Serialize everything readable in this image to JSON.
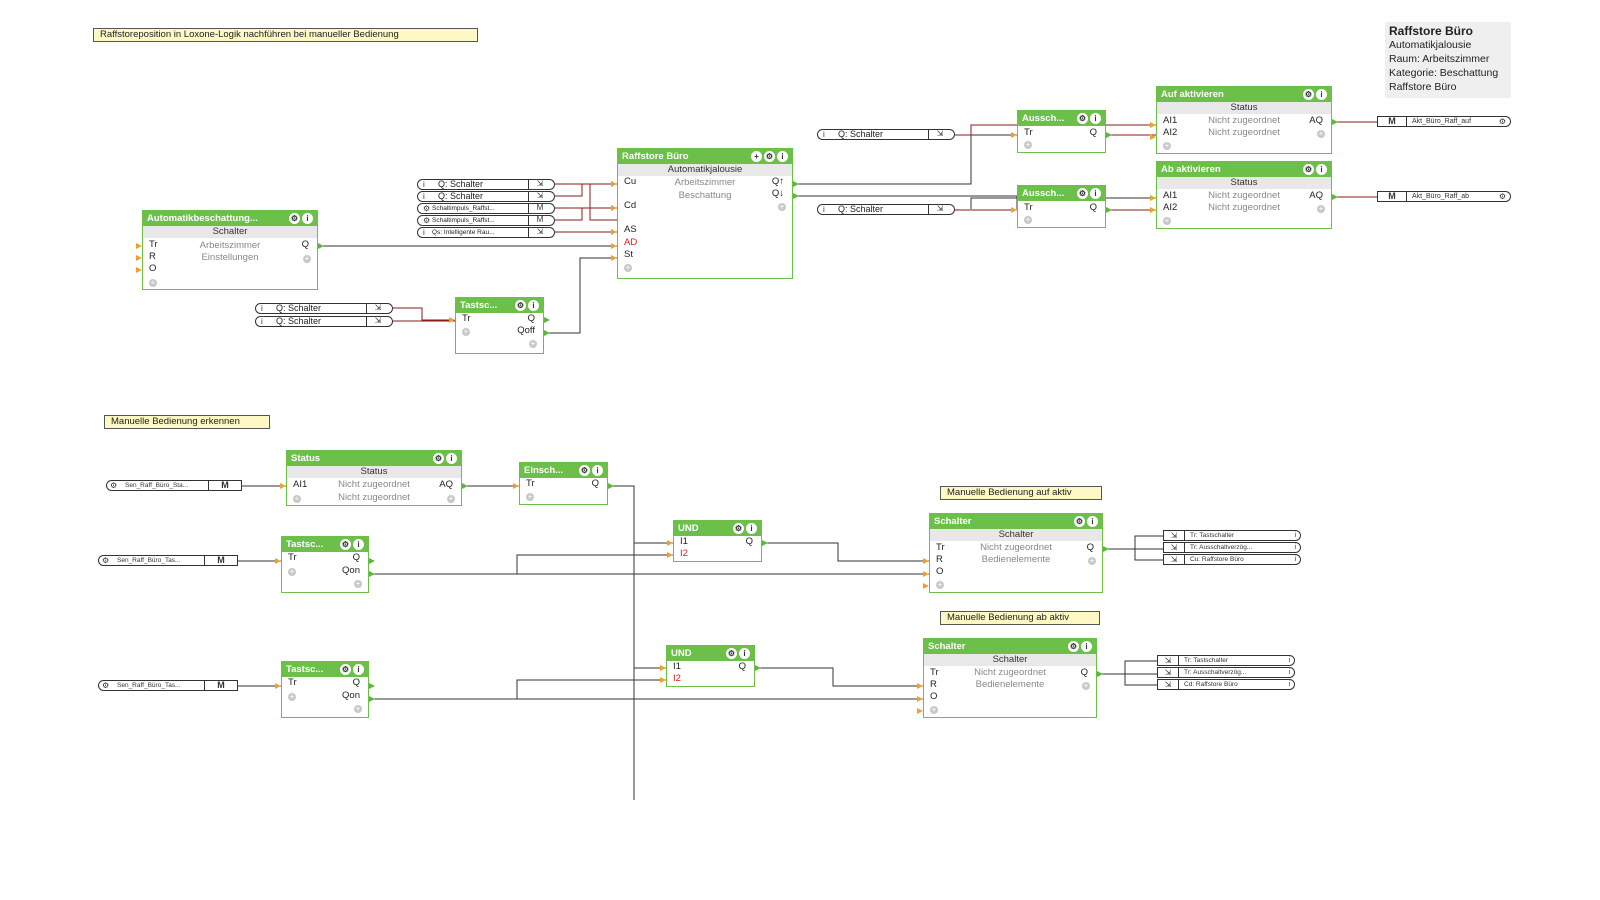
{
  "notes": {
    "top": "Raffstoreposition in Loxone-Logik nachführen bei manueller Bedienung",
    "manual": "Manuelle Bedienung erkennen",
    "up": "Manuelle Bedienung auf aktiv",
    "down": "Manuelle Bedienung ab aktiv"
  },
  "info": {
    "title": "Raffstore Büro",
    "lines": [
      "Automatikjalousie",
      "Raum: Arbeitszimmer",
      "Kategorie: Beschattung",
      "Raffstore Büro"
    ]
  },
  "blocks": {
    "auto_switch": {
      "title": "Automatikbeschattung...",
      "sub": "Schalter",
      "d1": "Arbeitszimmer",
      "d2": "Einstellungen",
      "in": [
        "Tr",
        "R",
        "O"
      ],
      "out": [
        "Q"
      ]
    },
    "jalousie": {
      "title": "Raffstore Büro",
      "sub": "Automatikjalousie",
      "d1": "Arbeitszimmer",
      "d2": "Beschattung",
      "in": [
        "Cu",
        "Cd",
        "AS",
        "AD",
        "St"
      ],
      "out": [
        "Q↑",
        "Q↓"
      ]
    },
    "tast_top": {
      "title": "Tastsc...",
      "in": [
        "Tr"
      ],
      "out": [
        "Q",
        "Qoff"
      ]
    },
    "aus1": {
      "title": "Aussch...",
      "in": [
        "Tr"
      ],
      "out": [
        "Q"
      ]
    },
    "aus2": {
      "title": "Aussch...",
      "in": [
        "Tr"
      ],
      "out": [
        "Q"
      ]
    },
    "auf": {
      "title": "Auf aktivieren",
      "sub": "Status",
      "d1": "Nicht zugeordnet",
      "d2": "Nicht zugeordnet",
      "in": [
        "AI1",
        "AI2"
      ],
      "out": [
        "AQ"
      ]
    },
    "ab": {
      "title": "Ab aktivieren",
      "sub": "Status",
      "d1": "Nicht zugeordnet",
      "d2": "Nicht zugeordnet",
      "in": [
        "AI1",
        "AI2"
      ],
      "out": [
        "AQ"
      ]
    },
    "status": {
      "title": "Status",
      "sub": "Status",
      "d1": "Nicht zugeordnet",
      "d2": "Nicht zugeordnet",
      "in": [
        "AI1"
      ],
      "out": [
        "AQ"
      ]
    },
    "einsch": {
      "title": "Einsch...",
      "in": [
        "Tr"
      ],
      "out": [
        "Q"
      ]
    },
    "tast2": {
      "title": "Tastsc...",
      "in": [
        "Tr"
      ],
      "out": [
        "Q",
        "Qon"
      ]
    },
    "tast3": {
      "title": "Tastsc...",
      "in": [
        "Tr"
      ],
      "out": [
        "Q",
        "Qon"
      ]
    },
    "und1": {
      "title": "UND",
      "in": [
        "I1",
        "I2"
      ],
      "out": [
        "Q"
      ]
    },
    "und2": {
      "title": "UND",
      "in": [
        "I1",
        "I2"
      ],
      "out": [
        "Q"
      ]
    },
    "sch1": {
      "title": "Schalter",
      "sub": "Schalter",
      "d1": "Nicht zugeordnet",
      "d2": "Bedienelemente",
      "in": [
        "Tr",
        "R",
        "O"
      ],
      "out": [
        "Q"
      ]
    },
    "sch2": {
      "title": "Schalter",
      "sub": "Schalter",
      "d1": "Nicht zugeordnet",
      "d2": "Bedienelemente",
      "in": [
        "Tr",
        "R",
        "O"
      ],
      "out": [
        "Q"
      ]
    }
  },
  "refs": {
    "jal_inputs": [
      {
        "icon": "i",
        "label": "Q: Schalter",
        "btn": "⇲",
        "small": false
      },
      {
        "icon": "i",
        "label": "Q: Schalter",
        "btn": "⇲",
        "small": false
      },
      {
        "icon": "⚙",
        "label": "Schaltimpuls_Raffst...",
        "btn": "M",
        "small": true
      },
      {
        "icon": "⚙",
        "label": "Schaltimpuls_Raffst...",
        "btn": "M",
        "small": true
      },
      {
        "icon": "i",
        "label": "Qs: Intelligente Rau...",
        "btn": "⇲",
        "small": true
      }
    ],
    "tast_inputs": [
      {
        "icon": "i",
        "label": "Q: Schalter",
        "btn": "⇲"
      },
      {
        "icon": "i",
        "label": "Q: Schalter",
        "btn": "⇲"
      }
    ],
    "aus_inputs": [
      {
        "icon": "i",
        "label": "Q: Schalter",
        "btn": "⇲"
      },
      {
        "icon": "i",
        "label": "Q: Schalter",
        "btn": "⇲"
      }
    ],
    "outputs": [
      {
        "btn": "M",
        "label": "Akt_Büro_Raff_auf",
        "icon": "⚙"
      },
      {
        "btn": "M",
        "label": "Akt_Büro_Raff_ab",
        "icon": "⚙"
      }
    ],
    "sensors": [
      {
        "icon": "⚙",
        "label": "Sen_Raff_Büro_Sta...",
        "btn": "M"
      },
      {
        "icon": "⚙",
        "label": "Sen_Raff_Büro_Tas...",
        "btn": "M"
      },
      {
        "icon": "⚙",
        "label": "Sen_Raff_Büro_Tas...",
        "btn": "M"
      }
    ],
    "right_up": [
      {
        "btn": "⇲",
        "label": "Tr: Tastschalter",
        "icon": "i"
      },
      {
        "btn": "⇲",
        "label": "Tr: Ausschaltverzög...",
        "icon": "i"
      },
      {
        "btn": "⇲",
        "label": "Cu: Raffstore Büro",
        "icon": "i"
      }
    ],
    "right_down": [
      {
        "btn": "⇲",
        "label": "Tr: Tastschalter",
        "icon": "i"
      },
      {
        "btn": "⇲",
        "label": "Tr: Ausschaltverzög...",
        "icon": "i"
      },
      {
        "btn": "⇲",
        "label": "Cd: Raffstore Büro",
        "icon": "i"
      }
    ]
  }
}
